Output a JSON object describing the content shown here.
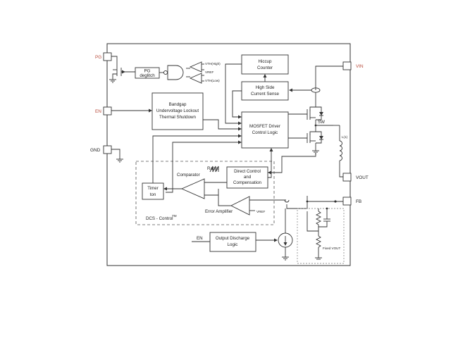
{
  "pins": {
    "pg": "PG",
    "en": "EN",
    "gnd": "GND",
    "vin": "VIN",
    "vout": "VOUT",
    "fb": "FB"
  },
  "blocks": {
    "pg_deglitch": [
      "PG",
      "deglitch"
    ],
    "bandgap": [
      "Bandgap",
      "Undervoltage Lockout",
      "Thermal Shutdown"
    ],
    "hiccup": [
      "Hiccup",
      "Counter"
    ],
    "high_side": [
      "High Side",
      "Current Sense"
    ],
    "mosfet_driver": [
      "MOSFET Driver",
      "Control Logic"
    ],
    "timer": [
      "Timer",
      "ton"
    ],
    "direct_control": [
      "Direct Control",
      "and",
      "Compensation"
    ],
    "output_discharge": [
      "Output Discharge",
      "Logic"
    ]
  },
  "labels": {
    "vth_high": "VTH(High)",
    "vref": "VREF",
    "vth_low": "VTH(Low)",
    "sw": "SW",
    "inductor": "L(1)",
    "ramp": "Ramp",
    "comparator": "Comparator",
    "error_amplifier": "Error Amplifier",
    "vref_ea": "VREF",
    "dcs_control": "DCS - Control",
    "tm": "TM",
    "en_discharge": "EN",
    "fixed_vout": "Fixed VOUT"
  },
  "colors": {
    "line": "#333333",
    "pin_text": "#b84a3a"
  }
}
